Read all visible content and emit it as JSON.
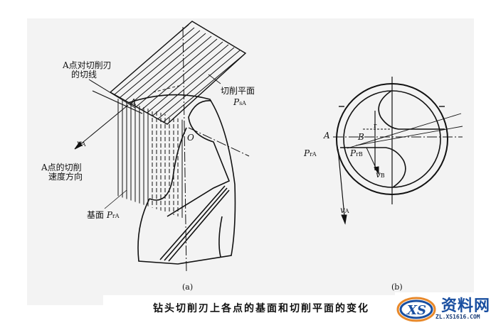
{
  "figure": {
    "caption": "钻头切削刃上各点的基面和切削平面的变化",
    "panel_a": {
      "sublabel": "(a)",
      "labels": {
        "tangent_line_line1": "A点对切削刃",
        "tangent_line_line2": "的切线",
        "cutting_plane": "切削平面",
        "cutting_plane_symbol": "P",
        "cutting_plane_sub": "sA",
        "point_a": "A",
        "point_o": "O",
        "velocity": "v",
        "velocity_sub": "A",
        "velocity_dir_line1": "A点的切削",
        "velocity_dir_line2": "速度方向",
        "base_plane": "基面",
        "base_plane_symbol": "P",
        "base_plane_sub": "rA"
      }
    },
    "panel_b": {
      "sublabel": "(b)",
      "labels": {
        "point_a": "A",
        "point_b": "B",
        "pra_symbol": "P",
        "pra_sub": "rA",
        "prb_symbol": "P",
        "prb_sub": "rB",
        "vb_symbol": "v",
        "vb_sub": "B",
        "va_symbol": "v",
        "va_sub": "A",
        "small_mark": "r"
      }
    }
  },
  "watermark": {
    "logo_text": "XS",
    "title": "资料网",
    "url": "ZL.XS1616.COM"
  }
}
